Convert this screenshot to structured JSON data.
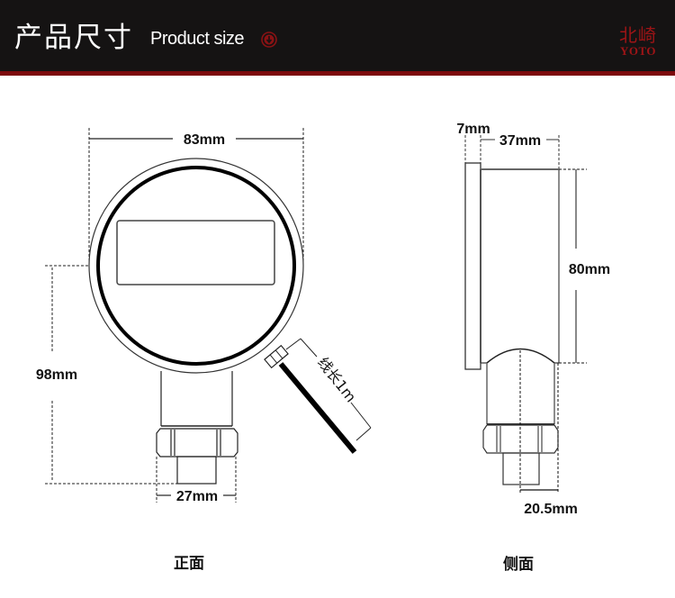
{
  "header": {
    "title_cn": "产品尺寸",
    "title_en": "Product size",
    "icon": "arrow-down-circle-icon",
    "brand_cn": "北崎",
    "brand_en": "YOTO",
    "colors": {
      "background": "#151313",
      "stripe": "#7d0a0c",
      "brand": "#9e1416",
      "icon": "#8a1214"
    }
  },
  "front_view": {
    "caption": "正面",
    "dimensions": {
      "width": "83mm",
      "height": "98mm",
      "thread_width": "27mm",
      "cable_length": "线长1m"
    }
  },
  "side_view": {
    "caption": "侧面",
    "dimensions": {
      "front_plate": "7mm",
      "depth": "37mm",
      "body_height": "80mm",
      "offset": "20.5mm"
    }
  }
}
